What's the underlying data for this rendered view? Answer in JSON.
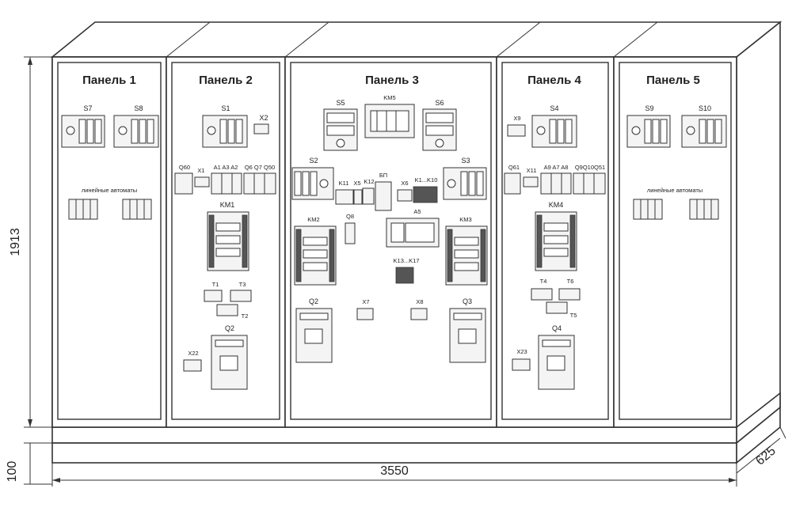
{
  "panels": [
    {
      "title": "Панель 1"
    },
    {
      "title": "Панель 2"
    },
    {
      "title": "Панель 3"
    },
    {
      "title": "Панель 4"
    },
    {
      "title": "Панель 5"
    }
  ],
  "labels": {
    "p1": {
      "s7": "S7",
      "s8": "S8",
      "line_auto": "линейные автоматы"
    },
    "p2": {
      "s1": "S1",
      "x2": "X2",
      "q60": "Q60",
      "x1": "X1",
      "a1a3a2": "A1 A3 A2",
      "q6q7q50": "Q6 Q7 Q50",
      "km1": "KM1",
      "t1": "T1",
      "t3": "T3",
      "t2": "T2",
      "q2": "Q2",
      "x22": "X22"
    },
    "p3": {
      "s5": "S5",
      "km5": "KM5",
      "s6": "S6",
      "s2": "S2",
      "k11": "K11",
      "x5": "X5",
      "k12": "K12",
      "bp": "БП",
      "x6": "X6",
      "k1k10": "K1...K10",
      "s3": "S3",
      "km2": "KM2",
      "q8": "Q8",
      "a5": "A5",
      "km3": "KM3",
      "k13k17": "K13...K17",
      "q2": "Q2",
      "x7": "X7",
      "x8": "X8",
      "q3": "Q3"
    },
    "p4": {
      "x9": "X9",
      "s4": "S4",
      "q61": "Q61",
      "x11": "X11",
      "a9a7a8": "A9 A7 A8",
      "q9q10q51": "Q9Q10Q51",
      "km4": "KM4",
      "t4": "T4",
      "t6": "T6",
      "t5": "T5",
      "q4": "Q4",
      "x23": "X23"
    },
    "p5": {
      "s9": "S9",
      "s10": "S10",
      "line_auto": "линейные автоматы"
    }
  },
  "dimensions": {
    "height": "1913",
    "base": "100",
    "width": "3550",
    "depth": "625"
  }
}
